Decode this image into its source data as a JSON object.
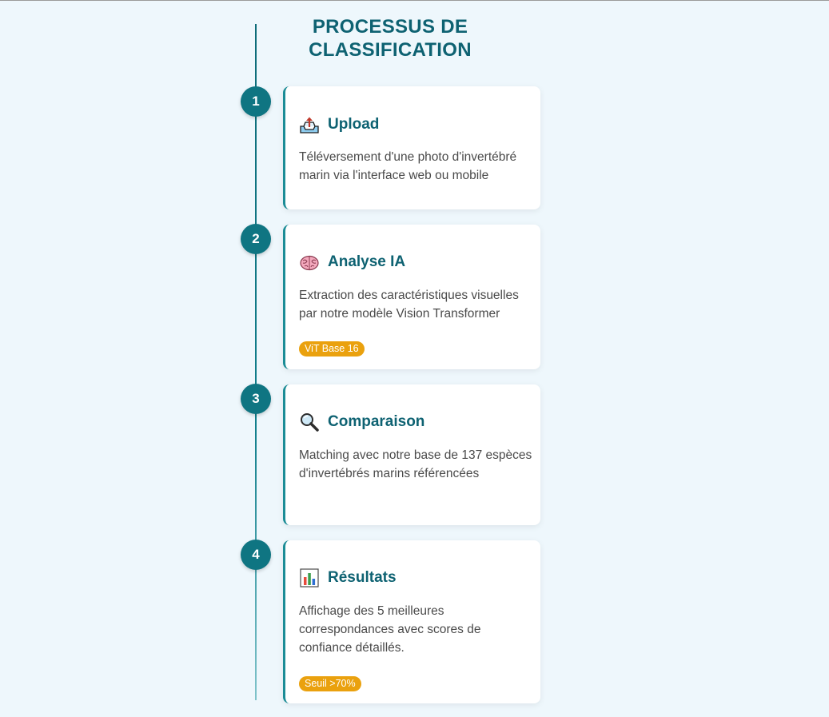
{
  "header": {
    "title_line1": "PROCESSUS DE",
    "title_line2": "CLASSIFICATION"
  },
  "steps": [
    {
      "number": "1",
      "icon": "upload-tray-icon",
      "title": "Upload",
      "description": "Téléversement d'une photo d'invertébré marin via l'interface web ou mobile",
      "badge": ""
    },
    {
      "number": "2",
      "icon": "brain-icon",
      "title": "Analyse IA",
      "description": "Extraction des caractéristiques visuelles par notre modèle Vision Transformer",
      "badge": "ViT Base 16"
    },
    {
      "number": "3",
      "icon": "magnifying-glass-icon",
      "title": "Comparaison",
      "description": "Matching avec notre base de 137 espèces d'invertébrés marins référencées",
      "badge": ""
    },
    {
      "number": "4",
      "icon": "bar-chart-icon",
      "title": "Résultats",
      "description": "Affichage des 5 meilleures correspondances avec scores de confiance détaillés.",
      "badge": "Seuil >70%"
    }
  ],
  "colors": {
    "background": "#eef7fc",
    "accent": "#0f7582",
    "title": "#0e6272",
    "badge": "#eaa10e"
  }
}
